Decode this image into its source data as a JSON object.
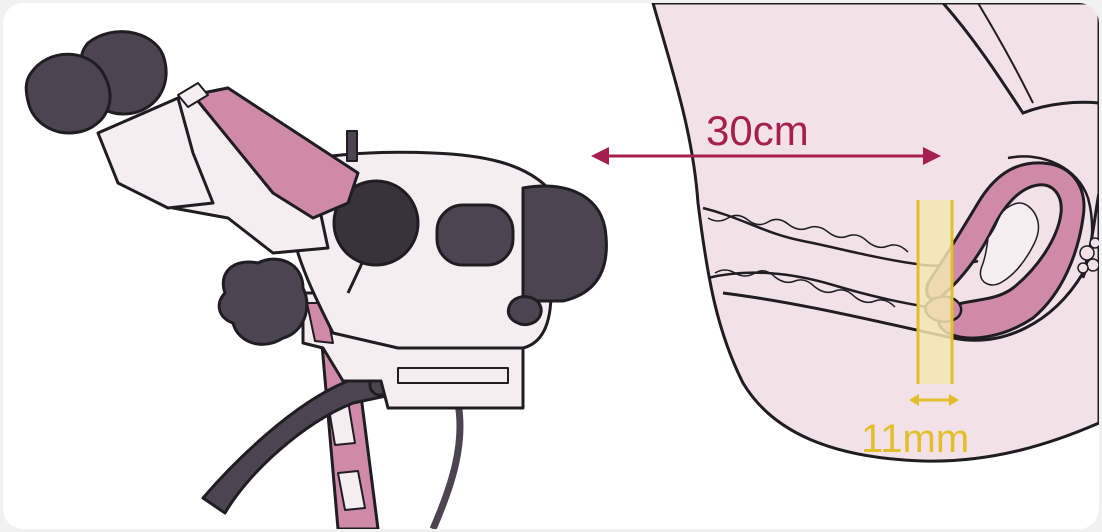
{
  "labels": {
    "distance": "30cm",
    "depth": "11mm"
  },
  "colors": {
    "distance_arrow": "#a51e4e",
    "depth_marker": "#e2bf2a",
    "depth_band": "#f3e6b2",
    "tissue": "#f2e2e8",
    "accent_pink": "#cf8aaa",
    "body_dark": "#4d4452",
    "body_light": "#f4eef1",
    "outline": "#1f1d22"
  },
  "icons": {
    "instrument": "colposcope-illustration",
    "anatomy": "pelvic-cross-section-illustration"
  }
}
